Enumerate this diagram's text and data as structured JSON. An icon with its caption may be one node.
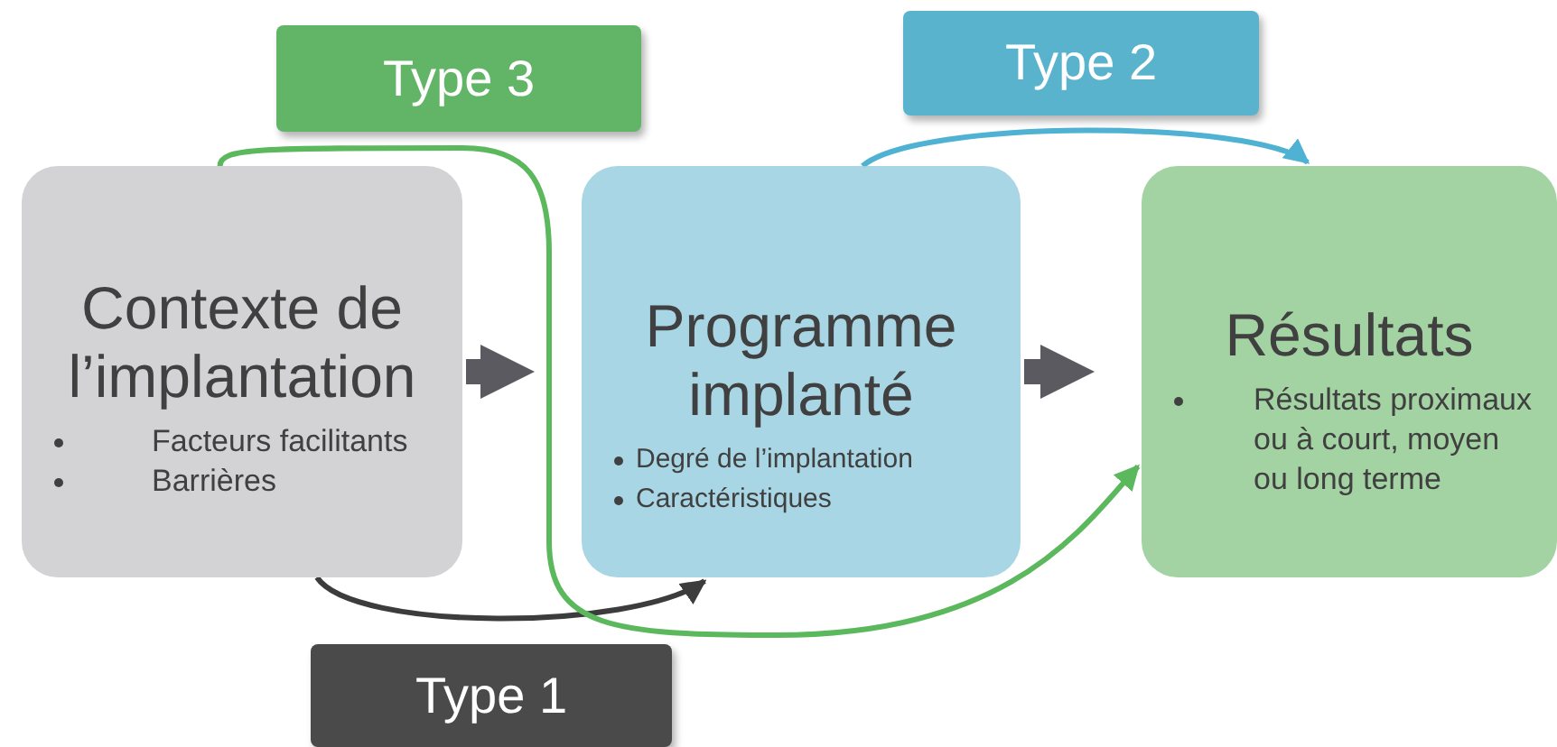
{
  "diagram": {
    "nodes": [
      {
        "text": [
          "Contexte de l’implantation",
          "Facteurs facilitants",
          "Barrières"
        ]
      },
      {
        "text": [
          "Programme implanté",
          "Degré de l’implantation",
          "Caractéristiques"
        ]
      },
      {
        "text": [
          "Résultats",
          "Résultats proximaux ou à court, moyen ou long terme"
        ]
      },
      {
        "text": [
          "Type 3"
        ]
      },
      {
        "text": [
          "Type 2"
        ]
      },
      {
        "text": [
          "Type 1"
        ]
      }
    ],
    "edges": [
      {
        "from": 0,
        "to": 1,
        "arrow": "to",
        "style": "thick"
      },
      {
        "from": 1,
        "to": 2,
        "arrow": "to",
        "style": "thick"
      },
      {
        "from": 0,
        "to": 1,
        "arrow": "to",
        "color": "#3c3c3c"
      },
      {
        "from": 1,
        "to": 2,
        "arrow": "to",
        "color": "#4fb2d2"
      },
      {
        "from": 0,
        "to": 2,
        "arrow": "to",
        "color": "#5cb85c"
      }
    ]
  }
}
